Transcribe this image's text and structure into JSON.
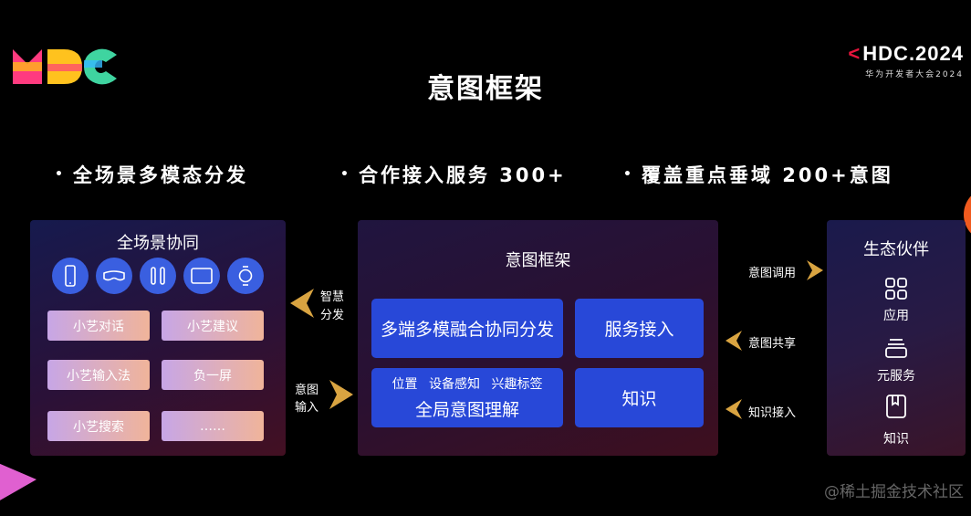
{
  "brand": {
    "main": "HDC.2024",
    "sub": "华为开发者大会2024"
  },
  "page_title": "意图框架",
  "bullets": [
    "全场景多模态分发",
    "合作接入服务 300+",
    "覆盖重点垂域 200+意图"
  ],
  "left_panel": {
    "title": "全场景协同",
    "features": [
      "小艺对话",
      "小艺建议",
      "小艺输入法",
      "负一屏",
      "小艺搜索",
      "……"
    ]
  },
  "flows_left": [
    {
      "label": [
        "智慧",
        "分发"
      ]
    },
    {
      "label": [
        "意图",
        "输入"
      ]
    }
  ],
  "mid_panel": {
    "title": "意图框架",
    "block_multiterminal": "多端多模融合协同分发",
    "block_service": "服务接入",
    "block_global_sub": "位置 设备感知 兴趣标签",
    "block_global": "全局意图理解",
    "block_knowledge": "知识"
  },
  "flows_right": [
    "意图调用",
    "意图共享",
    "知识接入"
  ],
  "right_panel": {
    "title": "生态伙伴",
    "items": [
      "应用",
      "元服务",
      "知识"
    ]
  },
  "watermark": "@稀土掘金技术社区",
  "colors": {
    "block_blue": "#2848d8",
    "accent_red": "#e8143c",
    "arrow_gold": "#d9a441"
  }
}
